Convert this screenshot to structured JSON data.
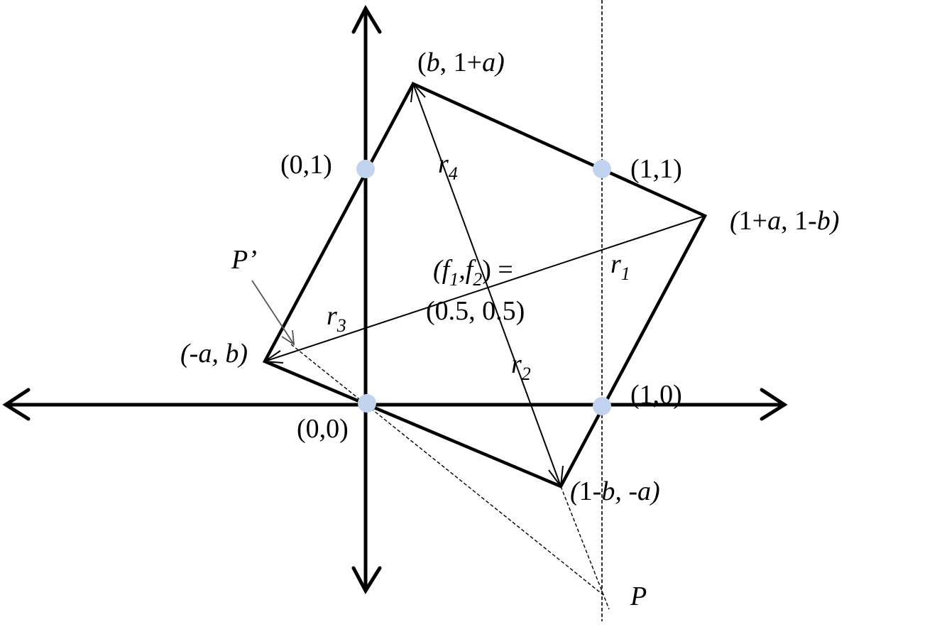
{
  "labels": {
    "top_vertex": {
      "var_b": "b",
      "sep": ", ",
      "one_plus": "1+",
      "var_a": "a"
    },
    "right_vertex": {
      "one_plus": "1+",
      "var_a": "a",
      "sep": ", ",
      "one_minus": "1-",
      "var_b": "b"
    },
    "left_vertex": {
      "minus": "-",
      "var_a": "a",
      "sep": ", ",
      "var_b": "b"
    },
    "bottom_vertex": {
      "one_minus": "1-",
      "var_b": "b",
      "sep": ", ",
      "minus": "-",
      "var_a": "a"
    },
    "point_01": "(0,1)",
    "point_11": "(1,1)",
    "point_00": "(0,0)",
    "point_10": "(1,0)",
    "p_prime": "P’",
    "p": "P",
    "r1": {
      "base": "r",
      "sub": "1"
    },
    "r2": {
      "base": "r",
      "sub": "2"
    },
    "r3": {
      "base": "r",
      "sub": "3"
    },
    "r4": {
      "base": "r",
      "sub": "4"
    },
    "center_line1": {
      "open": "(",
      "f": "f",
      "sub1": "1",
      "comma": ",",
      "sub2": "2",
      "close": ") ="
    },
    "center_line2": "(0.5, 0.5)"
  },
  "colors": {
    "stroke": "#000000",
    "dashed": "#000000",
    "pointer": "#555555",
    "dot": "#c2d3ef"
  }
}
